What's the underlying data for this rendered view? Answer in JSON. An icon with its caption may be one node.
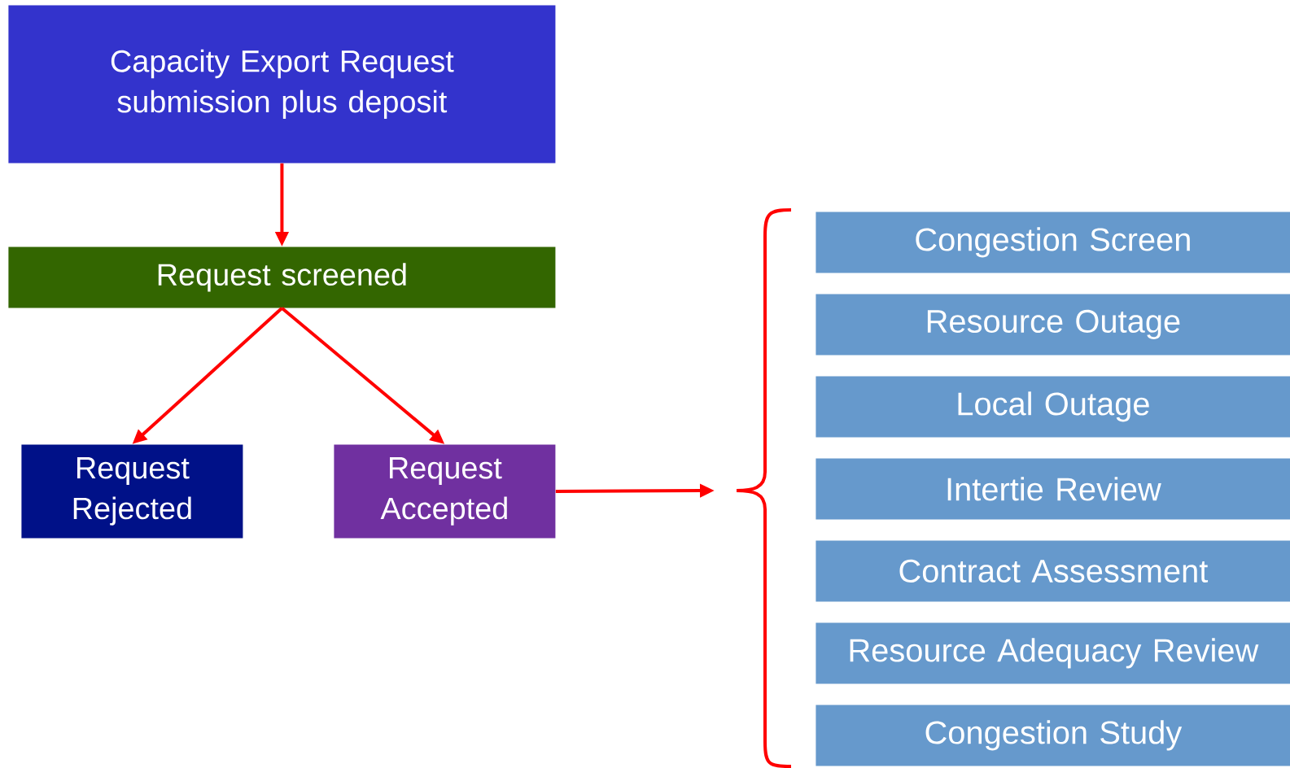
{
  "diagram": {
    "nodes": [
      {
        "text": [
          "Capacity Export Request submission plus deposit"
        ]
      },
      {
        "text": [
          "Request screened"
        ]
      },
      {
        "text": [
          "Request Rejected"
        ]
      },
      {
        "text": [
          "Request Accepted"
        ]
      },
      {
        "text": [
          "Congestion Screen"
        ]
      },
      {
        "text": [
          "Resource Outage"
        ]
      },
      {
        "text": [
          "Local Outage"
        ]
      },
      {
        "text": [
          "Intertie Review"
        ]
      },
      {
        "text": [
          "Contract Assessment"
        ]
      },
      {
        "text": [
          "Resource Adequacy Review"
        ]
      },
      {
        "text": [
          "Congestion Study"
        ]
      }
    ],
    "edges": [
      {
        "from": 0,
        "to": 1,
        "arrow": "to"
      },
      {
        "from": 1,
        "to": 2,
        "arrow": "to"
      },
      {
        "from": 1,
        "to": 3,
        "arrow": "to"
      },
      {
        "from": 3,
        "to": null,
        "arrow": "to"
      }
    ]
  }
}
